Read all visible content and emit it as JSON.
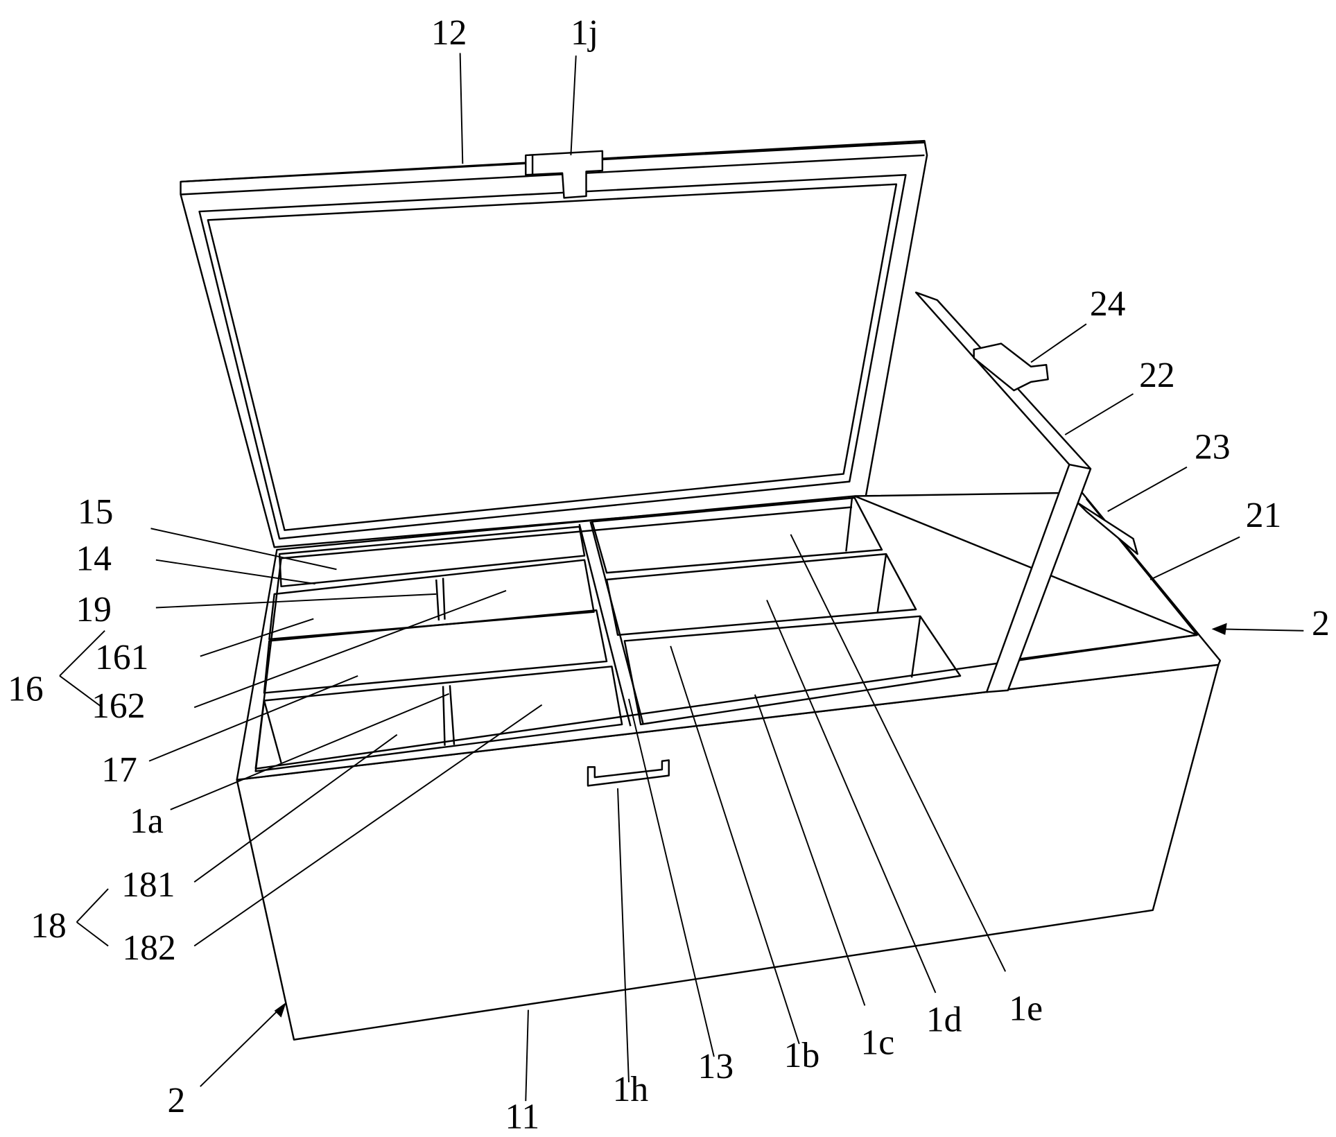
{
  "figure": {
    "labels": {
      "l12": "12",
      "l1j": "1j",
      "l24": "24",
      "l22": "22",
      "l23": "23",
      "l21": "21",
      "l2_right": "2",
      "l15": "15",
      "l14": "14",
      "l19": "19",
      "l161": "161",
      "l16": "16",
      "l162": "162",
      "l17": "17",
      "l1a": "1a",
      "l181": "181",
      "l18": "18",
      "l182": "182",
      "l2_bottom": "2",
      "l11": "11",
      "l1h": "1h",
      "l13": "13",
      "l1b": "1b",
      "l1c": "1c",
      "l1d": "1d",
      "l1e": "1e"
    }
  }
}
